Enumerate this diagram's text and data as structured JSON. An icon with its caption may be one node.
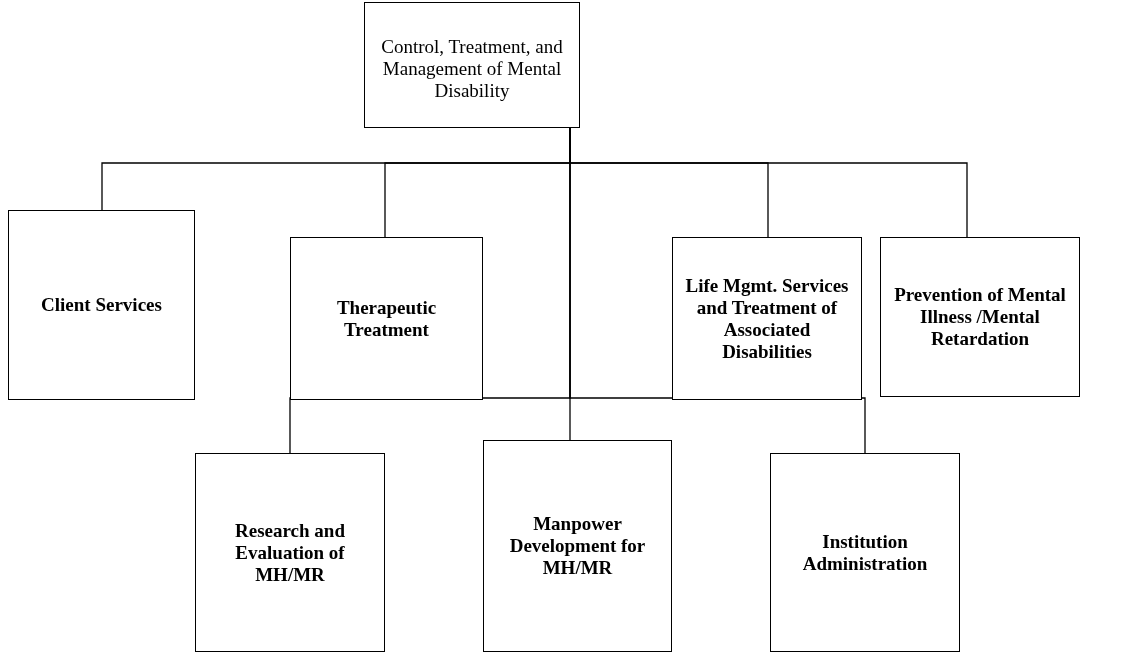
{
  "diagram": {
    "nodes": [
      {
        "text": [
          "Control, Treatment, and Management of Mental Disability"
        ]
      },
      {
        "text": [
          "Client Services"
        ]
      },
      {
        "text": [
          "Therapeutic Treatment"
        ]
      },
      {
        "text": [
          "Life Mgmt. Services and Treatment of Associated Disabilities"
        ]
      },
      {
        "text": [
          "Prevention of Mental Illness /Mental Retardation"
        ]
      },
      {
        "text": [
          "Research and Evaluation of MH/MR"
        ]
      },
      {
        "text": [
          "Manpower Development for MH/MR"
        ]
      },
      {
        "text": [
          "Institution Administration"
        ]
      }
    ],
    "edges": [
      {
        "from": 0,
        "to": 1,
        "arrow": "none"
      },
      {
        "from": 0,
        "to": 2,
        "arrow": "none"
      },
      {
        "from": 0,
        "to": 3,
        "arrow": "none"
      },
      {
        "from": 0,
        "to": 4,
        "arrow": "none"
      },
      {
        "from": 0,
        "to": 5,
        "arrow": "none"
      },
      {
        "from": 0,
        "to": 6,
        "arrow": "none"
      },
      {
        "from": 0,
        "to": 7,
        "arrow": "none"
      }
    ]
  }
}
